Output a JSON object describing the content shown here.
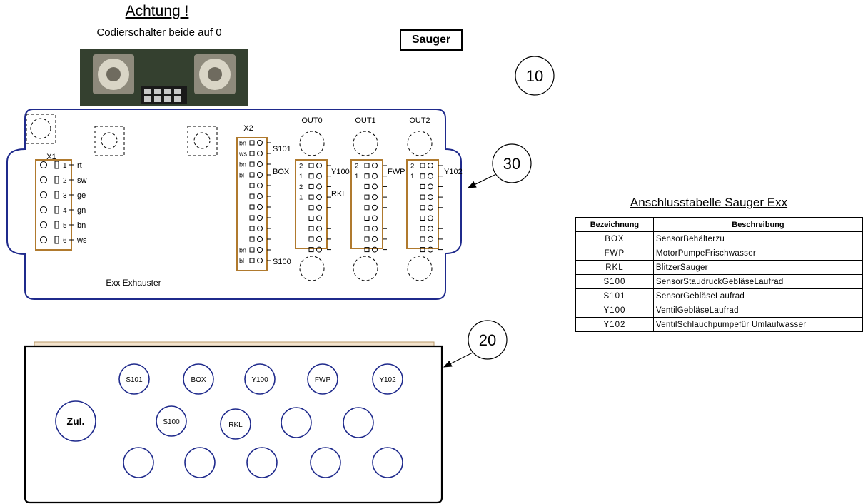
{
  "warning": {
    "title": "Achtung !",
    "subtitle": "Codierschalter beide auf 0"
  },
  "label_box": "Sauger",
  "callouts": [
    "10",
    "30",
    "20"
  ],
  "board": {
    "name": "Exx Exhauster",
    "x1": {
      "label": "X1",
      "pins": [
        {
          "num": "1",
          "wire": "rt"
        },
        {
          "num": "2",
          "wire": "sw"
        },
        {
          "num": "3",
          "wire": "ge"
        },
        {
          "num": "4",
          "wire": "gn"
        },
        {
          "num": "5",
          "wire": "bn"
        },
        {
          "num": "6",
          "wire": "ws"
        }
      ]
    },
    "x2": {
      "label": "X2",
      "pin_labels": [
        "bn",
        "ws",
        "bn",
        "bl",
        "",
        "",
        "",
        "",
        "",
        "",
        "bn",
        "bl"
      ],
      "groups": [
        "S101",
        "BOX",
        "S100"
      ]
    },
    "outputs": [
      {
        "label": "OUT0",
        "pins": [
          "2",
          "1",
          "2",
          "1",
          "",
          "",
          "",
          "",
          ""
        ],
        "groups": [
          "Y100",
          "RKL"
        ]
      },
      {
        "label": "OUT1",
        "pins": [
          "2",
          "1",
          "",
          "",
          "",
          "",
          "",
          "",
          ""
        ],
        "groups": [
          "FWP"
        ]
      },
      {
        "label": "OUT2",
        "pins": [
          "2",
          "1",
          "",
          "",
          "",
          "",
          "",
          "",
          ""
        ],
        "groups": [
          "Y102"
        ]
      }
    ]
  },
  "plate": {
    "holes_row1": [
      "S101",
      "BOX",
      "Y100",
      "FWP",
      "Y102"
    ],
    "holes_row2": [
      "S100",
      "RKL"
    ],
    "main_hole": "Zul."
  },
  "table": {
    "title": "Anschlusstabelle Sauger Exx",
    "headers": [
      "Bezeichnung",
      "Beschreibung"
    ],
    "rows": [
      {
        "code": "BOX",
        "desc": "SensorBehälterzu"
      },
      {
        "code": "FWP",
        "desc": "MotorPumpeFrischwasser"
      },
      {
        "code": "RKL",
        "desc": "BlitzerSauger"
      },
      {
        "code": "S100",
        "desc": "SensorStaudruckGebläseLaufrad"
      },
      {
        "code": "S101",
        "desc": "SensorGebläseLaufrad"
      },
      {
        "code": "Y100",
        "desc": "VentilGebläseLaufrad"
      },
      {
        "code": "Y102",
        "desc": "VentilSchlauchpumpefür Umlaufwasser"
      }
    ]
  },
  "colors": {
    "board_outline": "#1f2a8c",
    "connector": "#b07a2e",
    "photo_green": "#3d4a3b"
  }
}
